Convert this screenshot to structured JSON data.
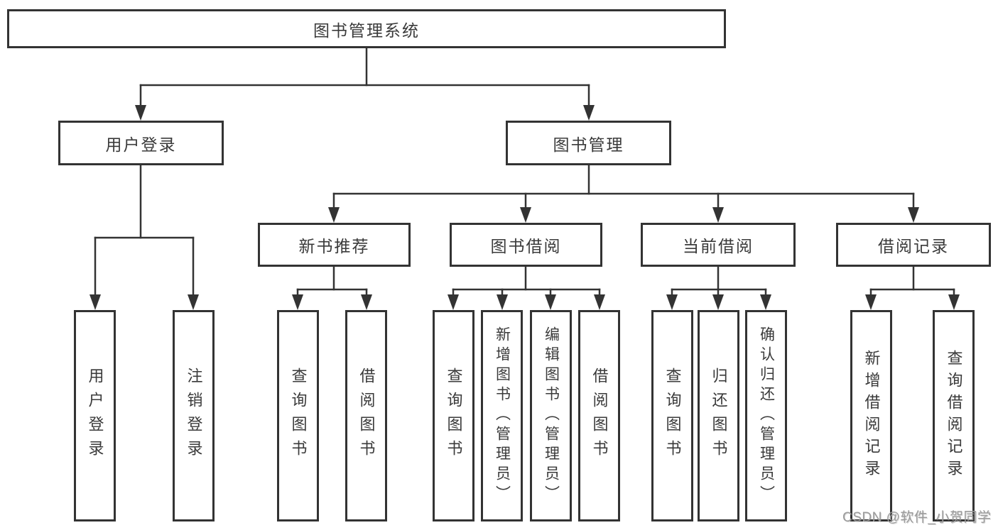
{
  "diagram": {
    "title": "图书管理系统",
    "level2": [
      {
        "label": "用户登录"
      },
      {
        "label": "图书管理"
      }
    ],
    "level3": [
      {
        "label": "新书推荐"
      },
      {
        "label": "图书借阅"
      },
      {
        "label": "当前借阅"
      },
      {
        "label": "借阅记录"
      }
    ],
    "leaves": [
      {
        "label": "用户登录"
      },
      {
        "label": "注销登录"
      },
      {
        "label": "查询图书"
      },
      {
        "label": "借阅图书"
      },
      {
        "label": "查询图书"
      },
      {
        "label": "新增图书（管理员）"
      },
      {
        "label": "编辑图书（管理员）"
      },
      {
        "label": "借阅图书"
      },
      {
        "label": "查询图书"
      },
      {
        "label": "归还图书"
      },
      {
        "label": "确认归还（管理员）"
      },
      {
        "label": "新增借阅记录"
      },
      {
        "label": "查询借阅记录"
      }
    ],
    "watermark": "CSDN @软件_小贺同学",
    "colors": {
      "line": "#333333",
      "box_border": "#333333",
      "text": "#3a3a3a",
      "watermark": "#9b9b9b",
      "background": "#ffffff"
    }
  }
}
